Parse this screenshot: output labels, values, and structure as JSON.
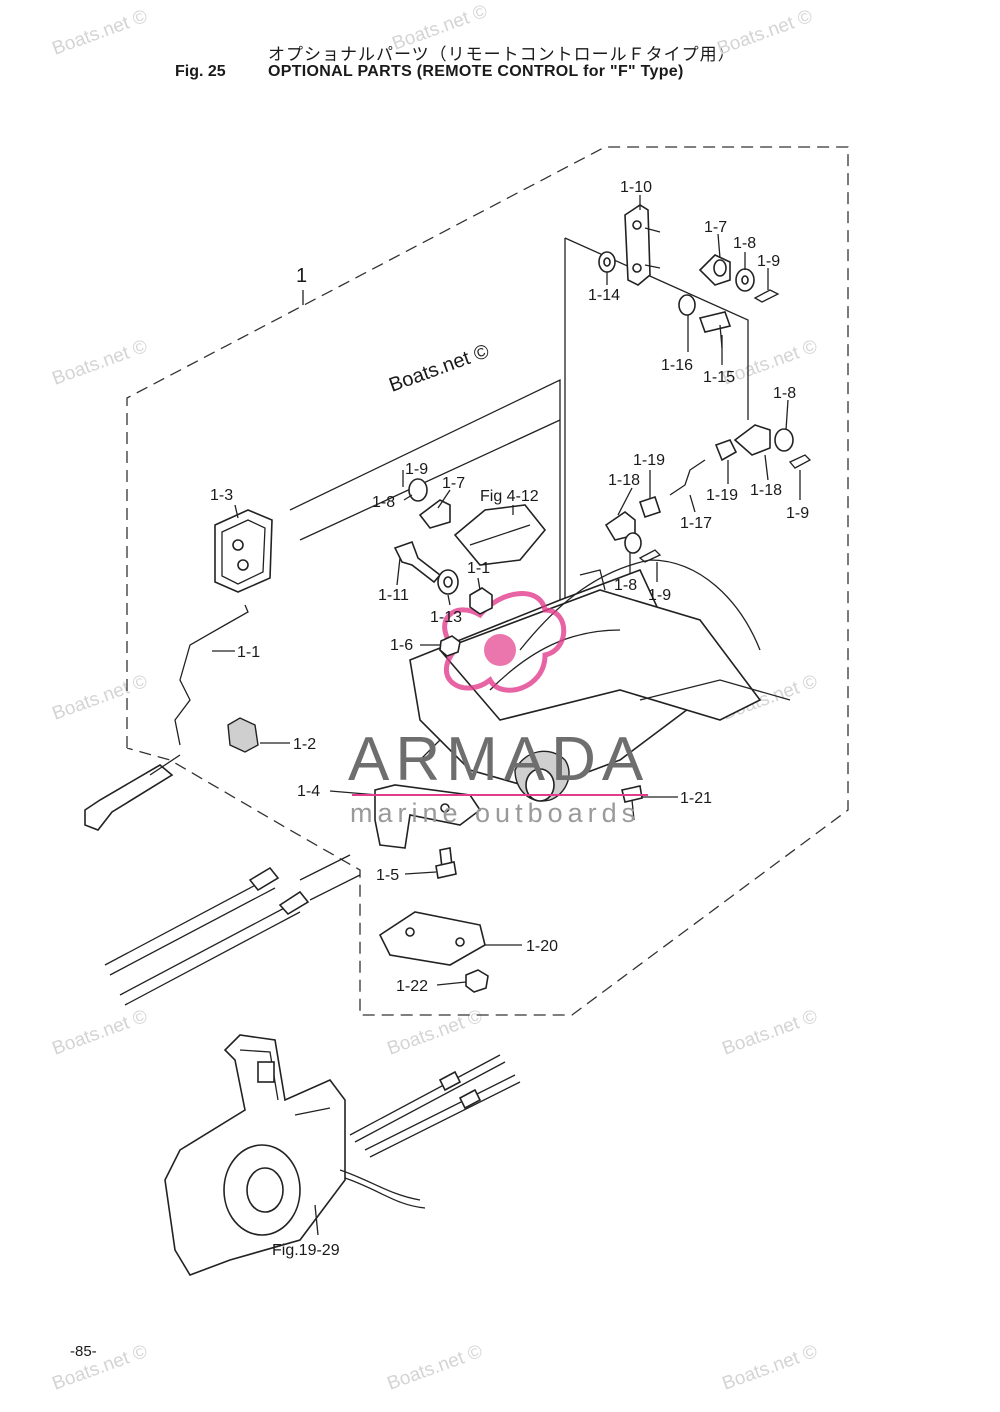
{
  "header": {
    "title_jp": "オプショナルパーツ（リモートコントロールＦタイプ用）",
    "fig_number": "Fig. 25",
    "title_en": "OPTIONAL PARTS (REMOTE CONTROL for \"F\" Type)"
  },
  "footer": {
    "page_number": "-85-"
  },
  "watermark": {
    "text": "Boats.net ©",
    "logo_main": "ARMADA",
    "logo_sub": "marine outboards",
    "logo_accent_color": "#e23c8c"
  },
  "assembly_label": "1",
  "part_labels": [
    "1-1",
    "1-1",
    "1-2",
    "1-3",
    "1-4",
    "1-5",
    "1-6",
    "1-7",
    "1-7",
    "1-8",
    "1-8",
    "1-8",
    "1-8",
    "1-9",
    "1-9",
    "1-9",
    "1-9",
    "1-10",
    "1-11",
    "1-13",
    "1-14",
    "1-15",
    "1-16",
    "1-17",
    "1-18",
    "1-18",
    "1-19",
    "1-19",
    "1-20",
    "1-21",
    "1-22"
  ],
  "references": {
    "fig_4_12": "Fig 4-12",
    "fig_19_29": "Fig.19-29"
  }
}
